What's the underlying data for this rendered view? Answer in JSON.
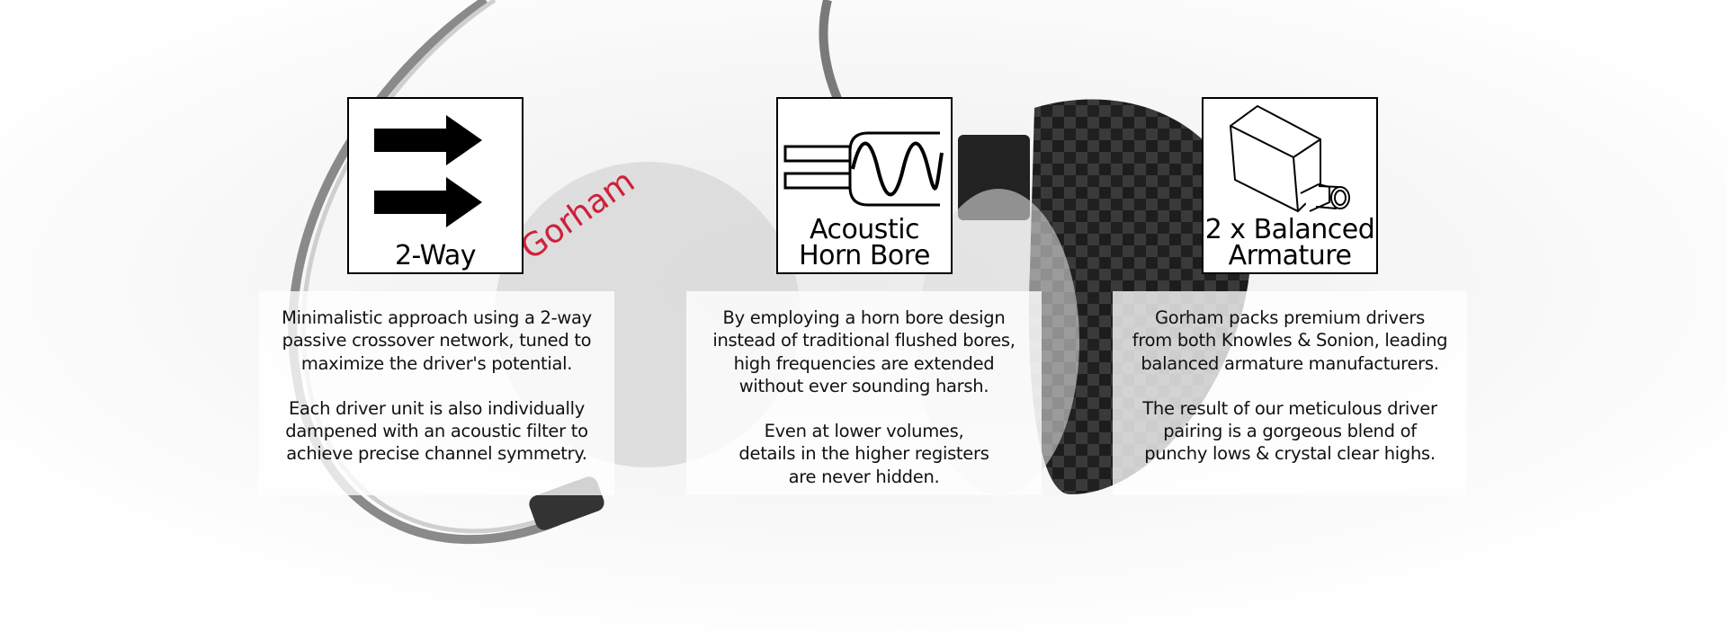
{
  "brand_text": "Gorham",
  "features": [
    {
      "icon": "two-arrows-icon",
      "label": "2-Way",
      "paragraphs": [
        "Minimalistic approach using a 2-way\npassive crossover network, tuned to\nmaximize the driver's potential.",
        "Each driver unit is also individually\ndampened with an acoustic filter to\nachieve precise channel symmetry."
      ]
    },
    {
      "icon": "horn-bore-wave-icon",
      "label": "Acoustic\nHorn Bore",
      "label_line1": "Acoustic",
      "label_line2": "Horn Bore",
      "paragraphs": [
        "By employing a horn bore design\ninstead of traditional flushed bores,\nhigh frequencies are extended\nwithout ever sounding harsh.",
        "Even at lower volumes,\ndetails in the higher registers\nare never hidden."
      ]
    },
    {
      "icon": "balanced-armature-driver-icon",
      "label_line1": "2 x Balanced",
      "label_line2": "Armature",
      "paragraphs": [
        "Gorham packs premium drivers\nfrom both Knowles & Sonion, leading\nbalanced armature manufacturers.",
        "The result of our meticulous driver\npairing is a gorgeous blend of\npunchy lows & crystal clear highs."
      ]
    }
  ]
}
